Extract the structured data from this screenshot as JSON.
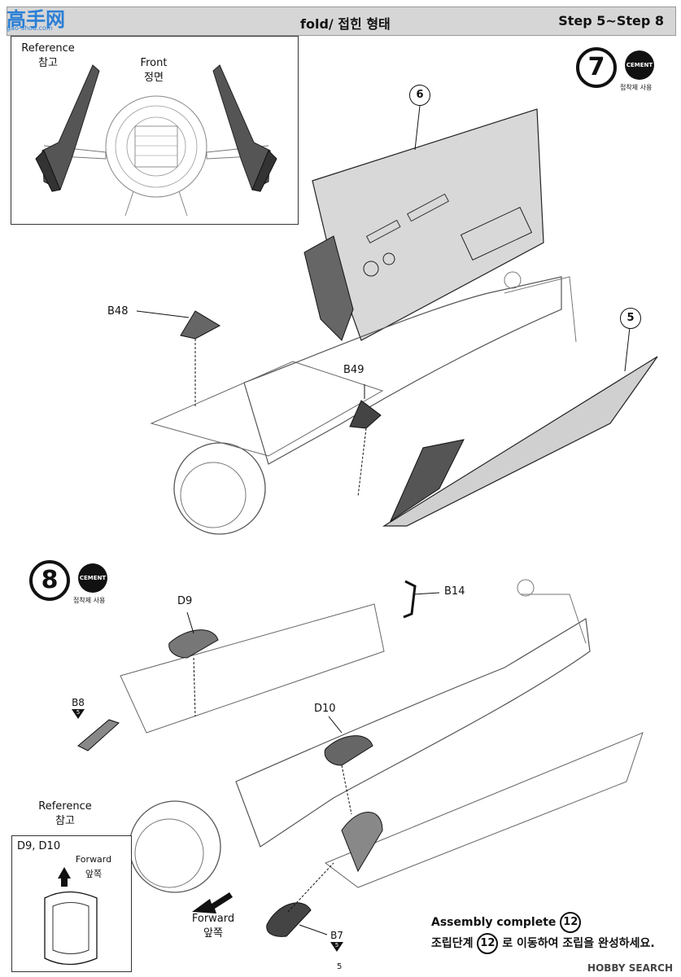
{
  "header": {
    "watermark_logo": "高手网",
    "watermark_url": "gao-shou.com",
    "title": "fold/ 접힌 형태",
    "steps": "Step 5~Step 8"
  },
  "reference_top": {
    "label_en": "Reference",
    "label_kr": "참고",
    "front_en": "Front",
    "front_kr": "정면"
  },
  "step7": {
    "number": "7",
    "cement_label": "CEMENT",
    "cement_caption": "접착제 사용",
    "part_callouts": [
      "6",
      "5"
    ],
    "parts": [
      "B48",
      "B49"
    ]
  },
  "step8": {
    "number": "8",
    "cement_label": "CEMENT",
    "cement_caption": "접착제 사용",
    "parts": [
      "D9",
      "B14",
      "D10",
      "B8",
      "B7"
    ],
    "sprue_refs": {
      "B8": "5",
      "B7": "5"
    }
  },
  "reference_bottom": {
    "label_en": "Reference",
    "label_kr": "참고",
    "box_title": "D9, D10",
    "forward_en": "Forward",
    "forward_kr": "앞쪽"
  },
  "forward_arrow": {
    "label_en": "Forward",
    "label_kr": "앞쪽"
  },
  "assembly": {
    "complete_text": "Assembly complete",
    "complete_step": "12",
    "kr_prefix": "조립단계",
    "kr_step": "12",
    "kr_suffix": "로 이동하여 조립을 완성하세요."
  },
  "footer": {
    "page_number": "5",
    "watermark": "HOBBY SEARCH"
  }
}
